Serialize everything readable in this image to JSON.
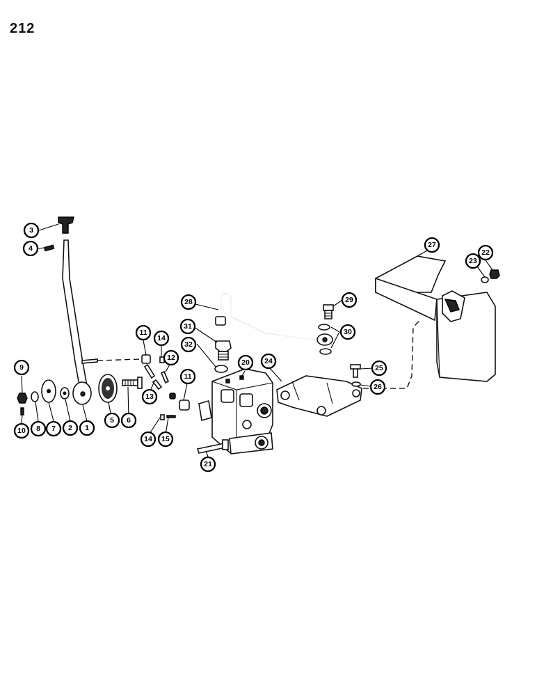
{
  "page": {
    "number": "212"
  },
  "callouts": [
    {
      "id": "1",
      "label": "1"
    },
    {
      "id": "2",
      "label": "2"
    },
    {
      "id": "3",
      "label": "3"
    },
    {
      "id": "4",
      "label": "4"
    },
    {
      "id": "5",
      "label": "5"
    },
    {
      "id": "6",
      "label": "6"
    },
    {
      "id": "7",
      "label": "7"
    },
    {
      "id": "8",
      "label": "8"
    },
    {
      "id": "9",
      "label": "9"
    },
    {
      "id": "10",
      "label": "10"
    },
    {
      "id": "11a",
      "label": "11"
    },
    {
      "id": "11b",
      "label": "11"
    },
    {
      "id": "12",
      "label": "12"
    },
    {
      "id": "13",
      "label": "13"
    },
    {
      "id": "14a",
      "label": "14"
    },
    {
      "id": "14b",
      "label": "14"
    },
    {
      "id": "15",
      "label": "15"
    },
    {
      "id": "20",
      "label": "20"
    },
    {
      "id": "21",
      "label": "21"
    },
    {
      "id": "22",
      "label": "22"
    },
    {
      "id": "23",
      "label": "23"
    },
    {
      "id": "24",
      "label": "24"
    },
    {
      "id": "25",
      "label": "25"
    },
    {
      "id": "26",
      "label": "26"
    },
    {
      "id": "27",
      "label": "27"
    },
    {
      "id": "28",
      "label": "28"
    },
    {
      "id": "29",
      "label": "29"
    },
    {
      "id": "30",
      "label": "30"
    },
    {
      "id": "31",
      "label": "31"
    },
    {
      "id": "32",
      "label": "32"
    }
  ]
}
